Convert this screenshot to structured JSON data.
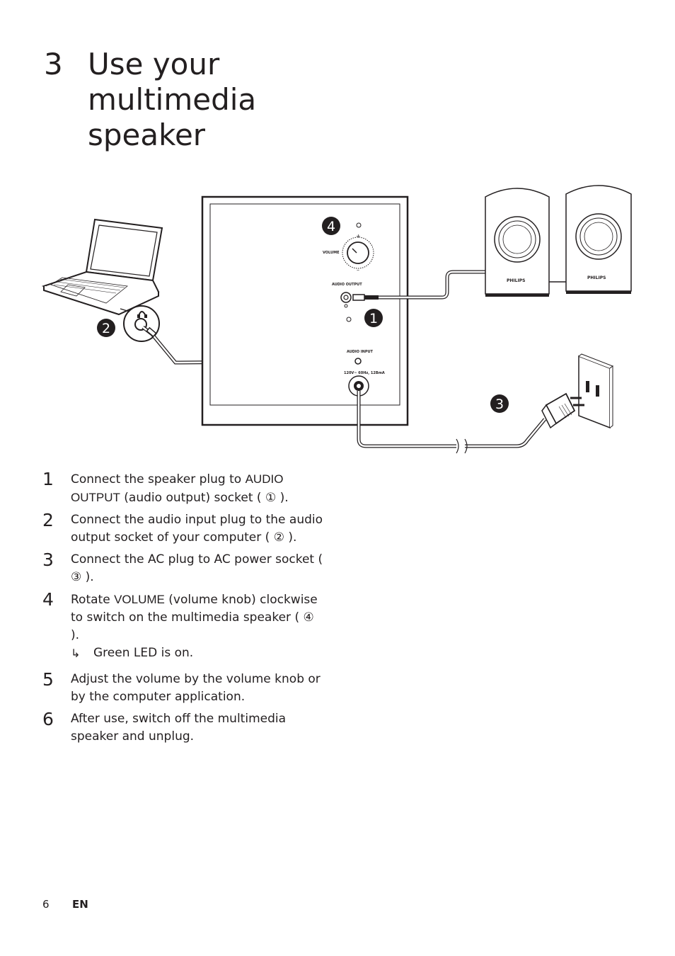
{
  "chapter": {
    "number": "3",
    "title_lines": [
      "Use your",
      "multimedia",
      "speaker"
    ]
  },
  "diagram": {
    "callouts": [
      "1",
      "2",
      "3",
      "4"
    ],
    "panel_labels": {
      "volume": "VOLUME",
      "audio_output": "AUDIO OUTPUT",
      "audio_input": "AUDIO INPUT",
      "power_rating": "120V~ 60Hz, 12BmA"
    },
    "brand": "PHILIPS",
    "icons": [
      "laptop-icon",
      "headphone-icon",
      "speaker-icon",
      "power-outlet-icon",
      "ac-plug-icon"
    ]
  },
  "steps": [
    {
      "num": "1",
      "pre": "Connect the speaker plug to ",
      "caps": "AUDIO OUTPUT",
      "post": " (audio output) socket ( ① )."
    },
    {
      "num": "2",
      "text": "Connect the audio input plug to the audio output socket of your computer ( ② )."
    },
    {
      "num": "3",
      "text": "Connect the AC plug to AC power socket ( ③ )."
    },
    {
      "num": "4",
      "pre": "Rotate ",
      "caps": "VOLUME",
      "post": " (volume knob) clockwise to switch on the multimedia speaker ( ④ ).",
      "result": "Green LED is on."
    },
    {
      "num": "5",
      "text": "Adjust the volume by the volume knob or by the computer application."
    },
    {
      "num": "6",
      "text": "After use, switch off the multimedia speaker and unplug."
    }
  ],
  "footer": {
    "page_number": "6",
    "language": "EN"
  }
}
